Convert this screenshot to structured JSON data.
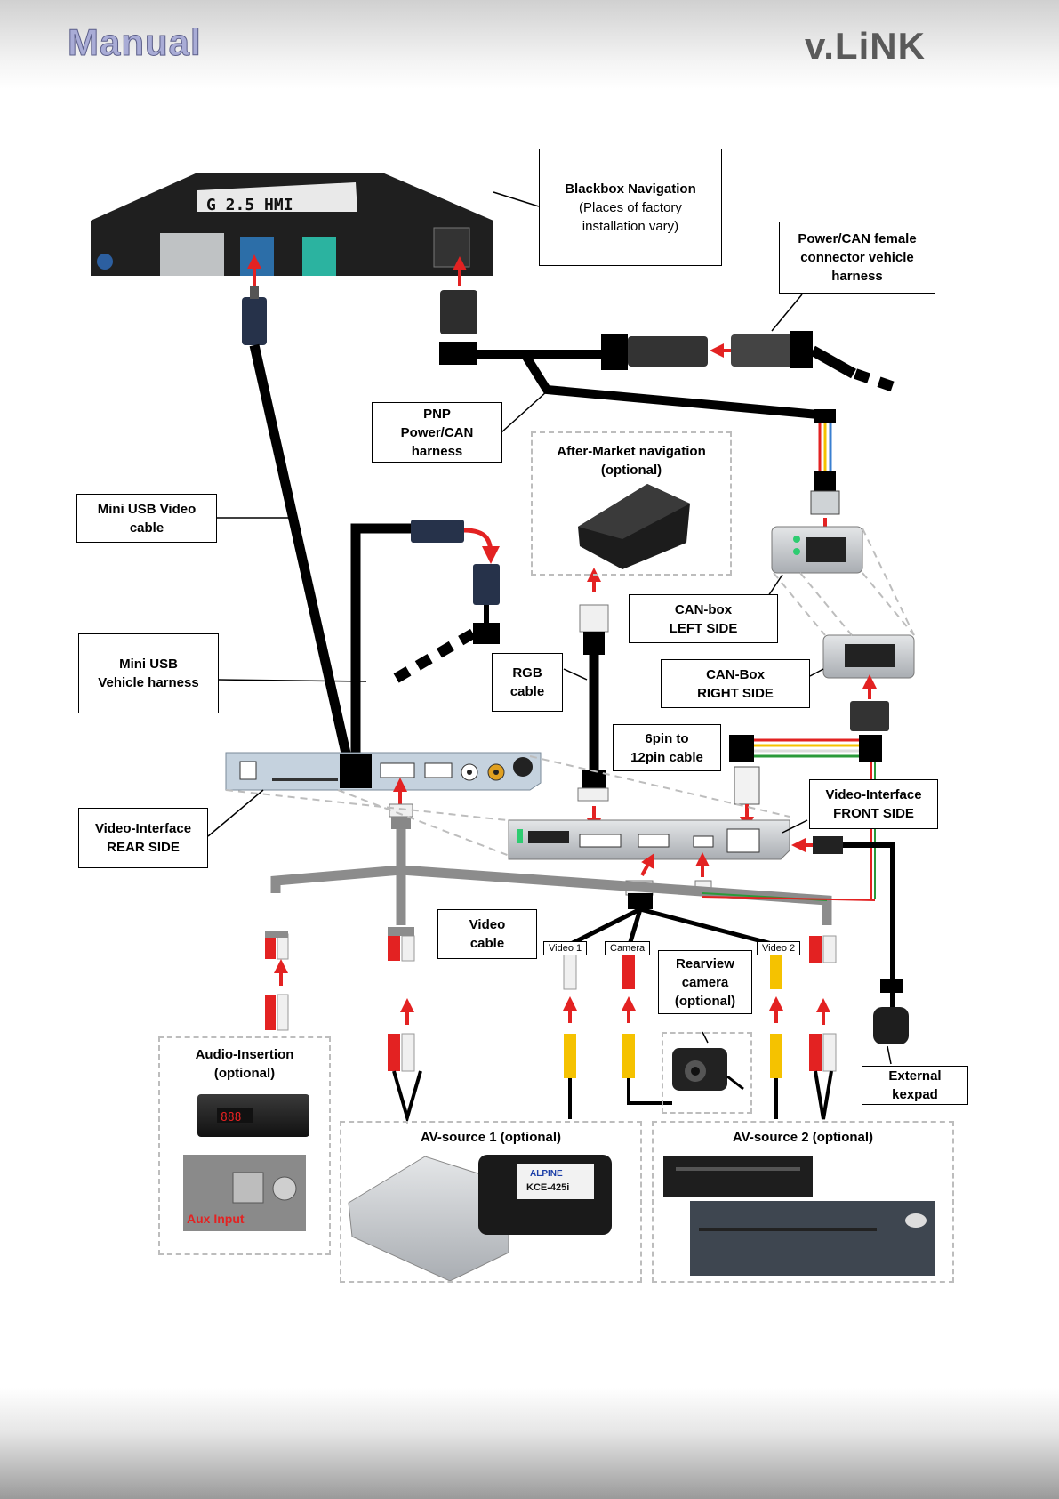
{
  "header": {
    "manual_logo": "Manual",
    "brand_logo": "v.LiNK"
  },
  "labels": {
    "blackbox_title": "Blackbox Navigation",
    "blackbox_sub": "(Places of factory installation vary)",
    "power_can_female": "Power/CAN female connector vehicle harness",
    "pnp_harness": "PNP\nPower/CAN\nharness",
    "mini_usb_video": "Mini USB Video\ncable",
    "mini_usb_vehicle": "Mini USB\nVehicle harness",
    "rgb_cable": "RGB\ncable",
    "canbox_left": "CAN-box\nLEFT SIDE",
    "canbox_right": "CAN-Box\nRIGHT SIDE",
    "six_pin": "6pin to\n12pin cable",
    "vi_front": "Video-Interface\nFRONT SIDE",
    "vi_rear": "Video-Interface\nREAR SIDE",
    "video_cable": "Video\ncable",
    "rearview_camera": "Rearview\ncamera\n(optional)",
    "external_keypad": "External\nkexpad"
  },
  "tags": {
    "video1": "Video 1",
    "camera": "Camera",
    "video2": "Video 2"
  },
  "optional_boxes": {
    "aftermarket_nav": "After-Market navigation\n(optional)",
    "audio_insertion": "Audio-Insertion\n(optional)",
    "aux_input": "Aux Input",
    "av_source_1": "AV-source 1 (optional)",
    "av_source_2": "AV-source 2 (optional)"
  },
  "device_text": {
    "hmi_label": "G 2.5 HMI",
    "alpine_model": "KCE-425i",
    "alpine_brand": "ALPINE",
    "amp_display": "888"
  },
  "colors": {
    "arrow_red": "#e32222",
    "cable_black": "#000000",
    "cable_gray": "#8c8c8c",
    "dash_gray": "#bdbdbd"
  }
}
